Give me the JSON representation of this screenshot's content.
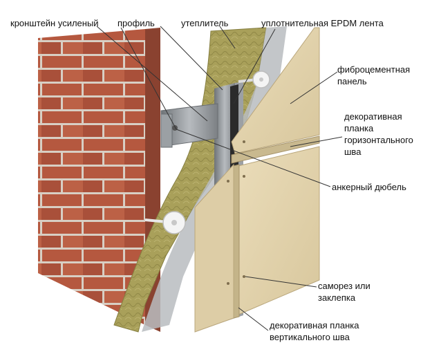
{
  "labels": {
    "bracket": "кронштейн усиленый",
    "profile": "профиль",
    "insulation": "утеплитель",
    "epdm_tape": "уплотнительная EPDM лента",
    "fiber_panel": [
      "фиброцементная",
      "панель"
    ],
    "horizontal_strip": [
      "декоративная",
      "планка",
      "горизонтального",
      "шва"
    ],
    "anchor_dowel": "анкерный дюбель",
    "screw_rivet": [
      "саморез или",
      "заклепка"
    ],
    "vertical_strip": [
      "декоративная планка",
      "вертикального шва"
    ]
  },
  "colors": {
    "brick": "#b5583f",
    "mortar": "#d8cfc4",
    "insulation": "#a9a05a",
    "panel": "#e2d3ae",
    "profile": "#8e9296",
    "tape": "#2b2b2b",
    "leader": "#333333"
  },
  "icons": {
    "dowel": "anchor-dowel-disc",
    "screw": "screw-head"
  }
}
